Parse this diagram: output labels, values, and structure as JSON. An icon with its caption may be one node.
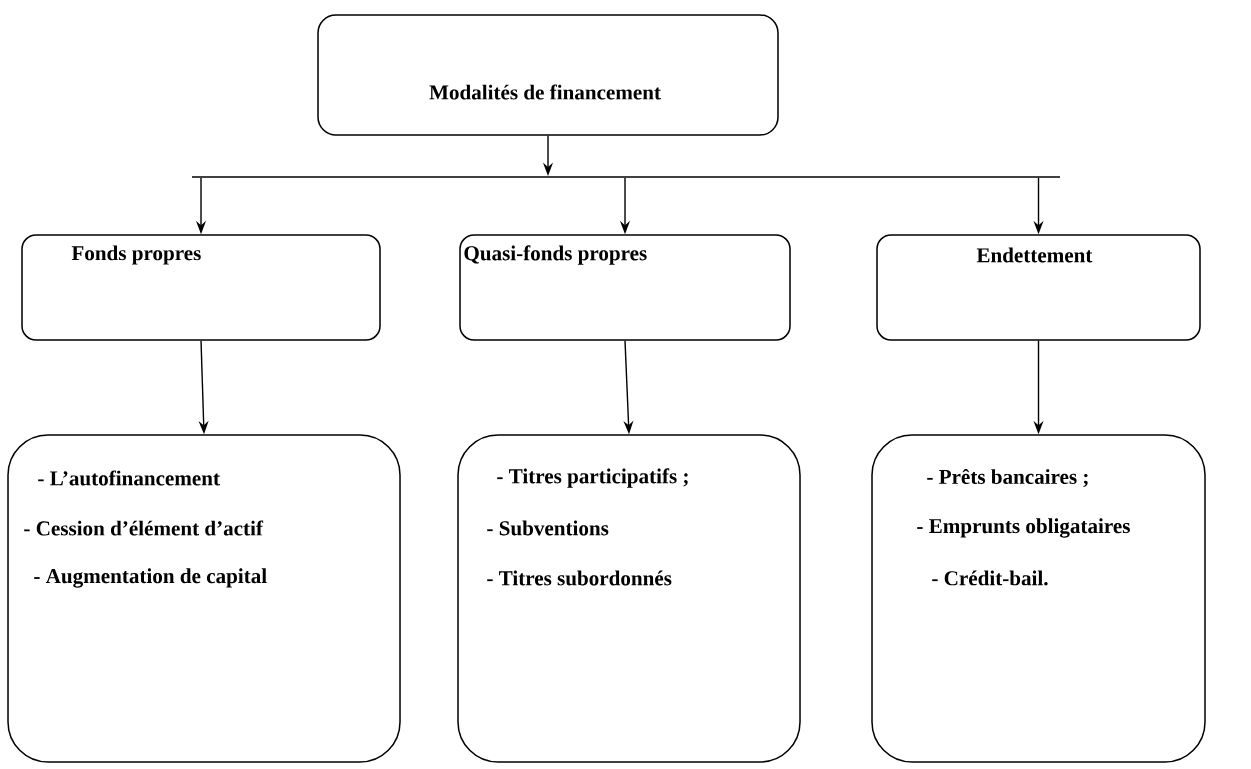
{
  "diagram": {
    "nodes": [
      {
        "text": [
          "Modalités de financement"
        ]
      },
      {
        "text": [],
        "shape": "bar"
      },
      {
        "text": [
          "Fonds propres"
        ]
      },
      {
        "text": [
          "Quasi-fonds propres"
        ]
      },
      {
        "text": [
          "Endettement"
        ]
      },
      {
        "text": [
          "- L’autofinancement",
          "- Cession d’élément d’actif",
          "- Augmentation de capital"
        ]
      },
      {
        "text": [
          "- Titres participatifs ;",
          "- Subventions",
          "- Titres subordonnés"
        ]
      },
      {
        "text": [
          "- Prêts bancaires ;",
          "- Emprunts obligataires",
          "- Crédit-bail."
        ]
      }
    ],
    "edges": [
      {
        "from": 0,
        "to": 1,
        "arrow": "to"
      },
      {
        "from": 1,
        "to": 2,
        "arrow": "to"
      },
      {
        "from": 1,
        "to": 3,
        "arrow": "to"
      },
      {
        "from": 1,
        "to": 4,
        "arrow": "to"
      },
      {
        "from": 2,
        "to": 5,
        "arrow": "to"
      },
      {
        "from": 3,
        "to": 6,
        "arrow": "to"
      },
      {
        "from": 4,
        "to": 7,
        "arrow": "to"
      }
    ]
  }
}
